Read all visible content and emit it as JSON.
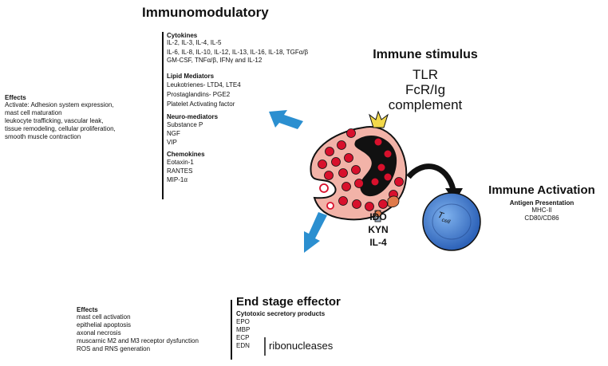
{
  "immunomodulatory": {
    "title": "Immunomodulatory",
    "cytokines": {
      "heading": "Cytokines",
      "lines": [
        "IL-2, IL-3, IL-4, IL-5",
        "IL-6, IL-8, IL-10, IL-12, IL-13, IL-16, IL-18, TGFα/β",
        "GM-CSF, TNFα/β, IFNγ and IL-12"
      ]
    },
    "lipid_mediators": {
      "heading": "Lipid Mediators",
      "lines": [
        "Leukotrienes- LTD4, LTE4",
        "Prostaglandins- PGE2",
        "Platelet Activating factor"
      ]
    },
    "neuro_mediators": {
      "heading": "Neuro-mediators",
      "lines": [
        "Substance P",
        "NGF",
        "VIP"
      ]
    },
    "chemokines": {
      "heading": "Chemokines",
      "lines": [
        "Eotaxin-1",
        "RANTES",
        "MIP-1α"
      ]
    }
  },
  "effects_left": {
    "heading": "Effects",
    "lines": [
      "Activate: Adhesion system expression,",
      "mast cell maturation",
      "leukocyte trafficking, vascular leak,",
      "tissue remodeling, cellular proliferation,",
      "smooth muscle contraction"
    ]
  },
  "immune_stimulus": {
    "title": "Immune stimulus",
    "items": [
      "TLR",
      "FcR/Ig",
      "complement"
    ]
  },
  "immune_activation": {
    "title": "Immune Activation",
    "subheading": "Antigen Presentation",
    "items": [
      "MHC-II",
      "CD80/CD86"
    ]
  },
  "cell_products": {
    "items": [
      "IDO",
      "KYN",
      "IL-4"
    ]
  },
  "tcell_label": "T",
  "tcell_subscript": "cell",
  "end_stage": {
    "title": "End stage effector",
    "subheading": "Cytotoxic secretory products",
    "items": [
      "EPO",
      "MBP",
      "ECP",
      "EDN"
    ],
    "bracket_label": "ribonucleases"
  },
  "effects_bottom": {
    "heading": "Effects",
    "lines": [
      "mast cell activation",
      "epithelial apoptosis",
      "axonal necrosis",
      "muscarnic M2 and M3 receptor dysfunction",
      "ROS and RNS generation"
    ]
  },
  "colors": {
    "arrow_blue": "#2b8fd0",
    "cell_pink": "#f2b3a8",
    "granule_red": "#d8102c",
    "nucleus_black": "#111111",
    "tcell_blue": "#4a88d8",
    "receptor_yellow": "#f2d84a"
  }
}
